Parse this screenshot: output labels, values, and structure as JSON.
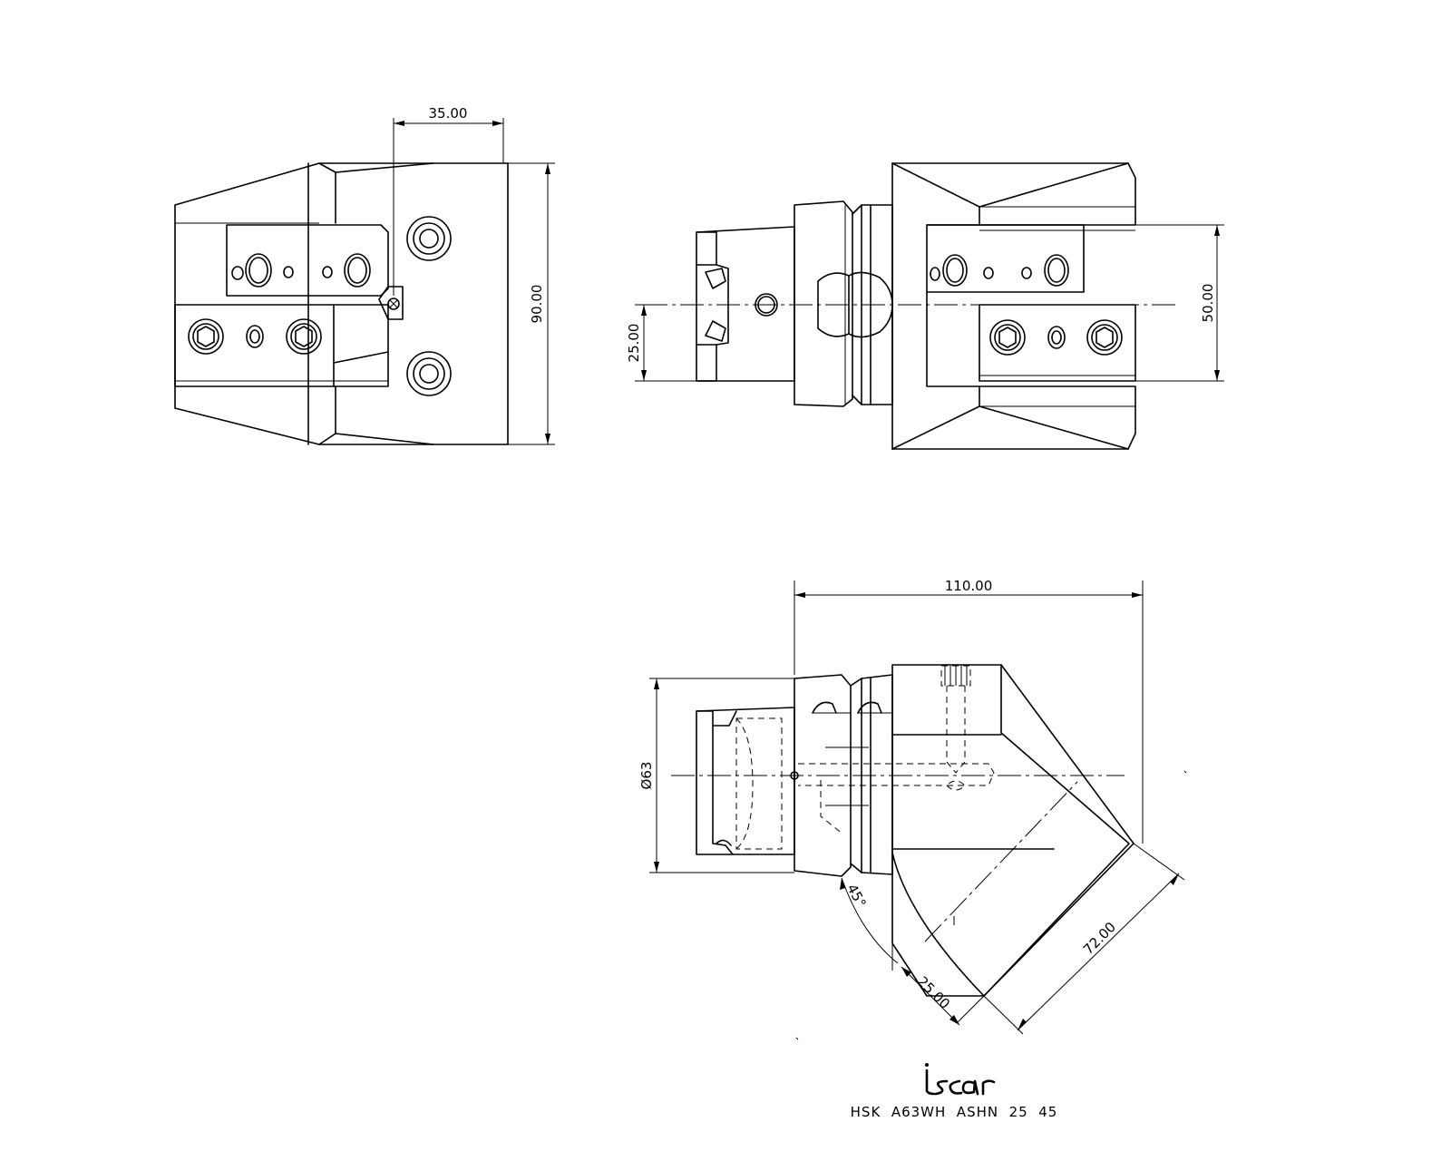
{
  "dimensions": {
    "front_width": "35.00",
    "front_height": "90.00",
    "side_offset": "25.00",
    "side_height": "50.00",
    "top_length": "110.00",
    "diameter": "Ø63",
    "angle": "45°",
    "chamfer_width": "25.00",
    "diagonal_length": "72.00"
  },
  "title_block": {
    "logo_text": "iscar",
    "product_code": "HSK  A63WH  ASHN  25  45"
  }
}
